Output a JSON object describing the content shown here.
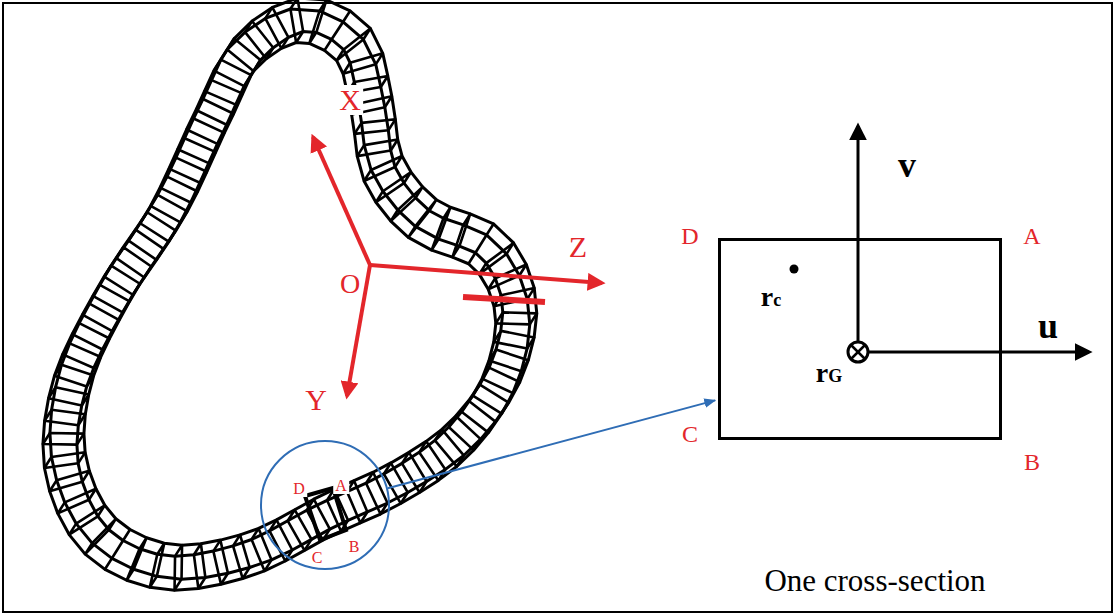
{
  "diagram": {
    "nodes": [
      {
        "text": [
          "D",
          "A",
          "C",
          "B"
        ]
      },
      {
        "text": [
          "rc",
          "rG"
        ]
      }
    ],
    "edges": [
      {
        "from": 0,
        "to": 1,
        "arrow": "to"
      }
    ],
    "labels": [
      "X",
      "Z",
      "O",
      "Y",
      "D",
      "A",
      "v",
      "u",
      "C",
      "B",
      "One cross-section"
    ]
  }
}
